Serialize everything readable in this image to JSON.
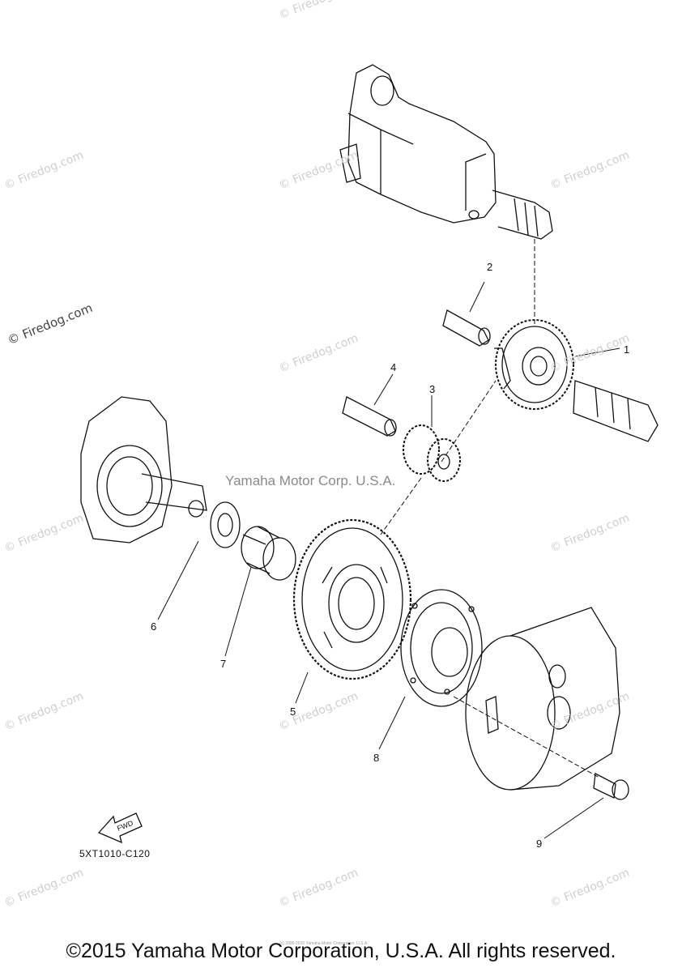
{
  "watermark": "© Firedog.com",
  "center_watermark": "Yamaha Motor Corp. U.S.A.",
  "callouts": [
    "1",
    "2",
    "3",
    "4",
    "5",
    "6",
    "7",
    "8",
    "9"
  ],
  "drawing_code": "5XT1010-C120",
  "fwd_label": "FWD",
  "footer_copyright": "©2015 Yamaha Motor Corporation, U.S.A. All rights reserved.",
  "tiny_note": "(c) 2005-2015 Yamaha Motor Corporation, U.S.A."
}
